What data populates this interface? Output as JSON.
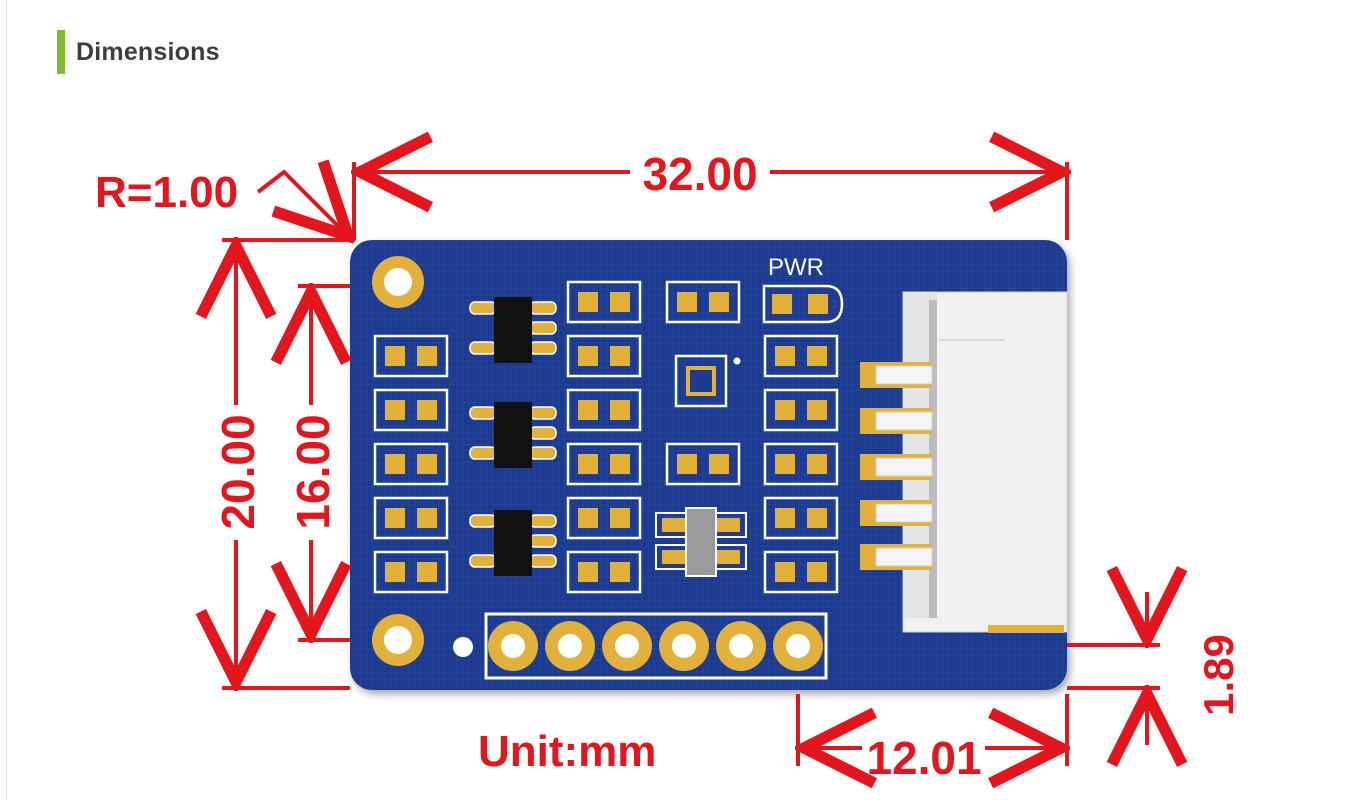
{
  "header": {
    "title": "Dimensions",
    "accent_color": "#7dbb2f"
  },
  "diagram": {
    "board_label": "PWR",
    "dimensions": {
      "radius": "R=1.00",
      "width": "32.00",
      "height": "20.00",
      "hole_spacing": "16.00",
      "connector_offset": "1.89",
      "connector_width": "12.01"
    },
    "unit_label": "Unit:mm",
    "colors": {
      "dimension": "#e3151d",
      "pcb": "#1d3a8f",
      "pad": "#e2b13c",
      "connector": "#f1f1f1"
    }
  }
}
